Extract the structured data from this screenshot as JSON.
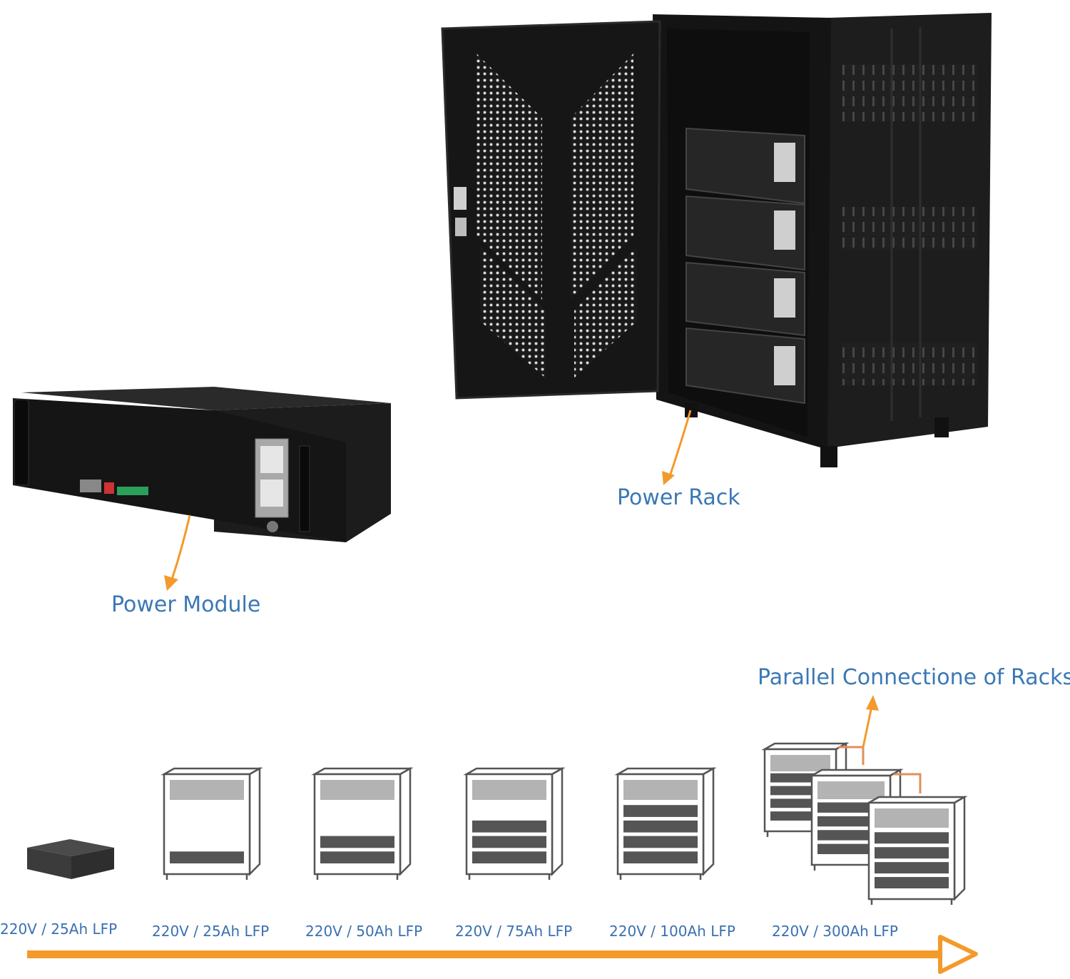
{
  "labels": {
    "power_rack": "Power Rack",
    "power_module": "Power Module",
    "parallel": "Parallel Connectione of Racks"
  },
  "stages": [
    {
      "caption": "220V / 25Ah LFP",
      "modules": 1,
      "kind": "box"
    },
    {
      "caption": "220V / 25Ah LFP",
      "modules": 1,
      "kind": "rack"
    },
    {
      "caption": "220V / 50Ah LFP",
      "modules": 2,
      "kind": "rack"
    },
    {
      "caption": "220V / 75Ah LFP",
      "modules": 3,
      "kind": "rack"
    },
    {
      "caption": "220V / 100Ah LFP",
      "modules": 4,
      "kind": "rack"
    },
    {
      "caption": "220V / 300Ah LFP",
      "modules": 4,
      "kind": "multi-rack",
      "rack_count": 3
    }
  ],
  "colors": {
    "accent_orange": "#f39a2b",
    "label_blue": "#3a78b5",
    "cabinet_black": "#1c1c1c",
    "module_gray": "#555555"
  },
  "icons": [
    "arrow-right-icon",
    "rack-icon",
    "module-box-icon"
  ]
}
